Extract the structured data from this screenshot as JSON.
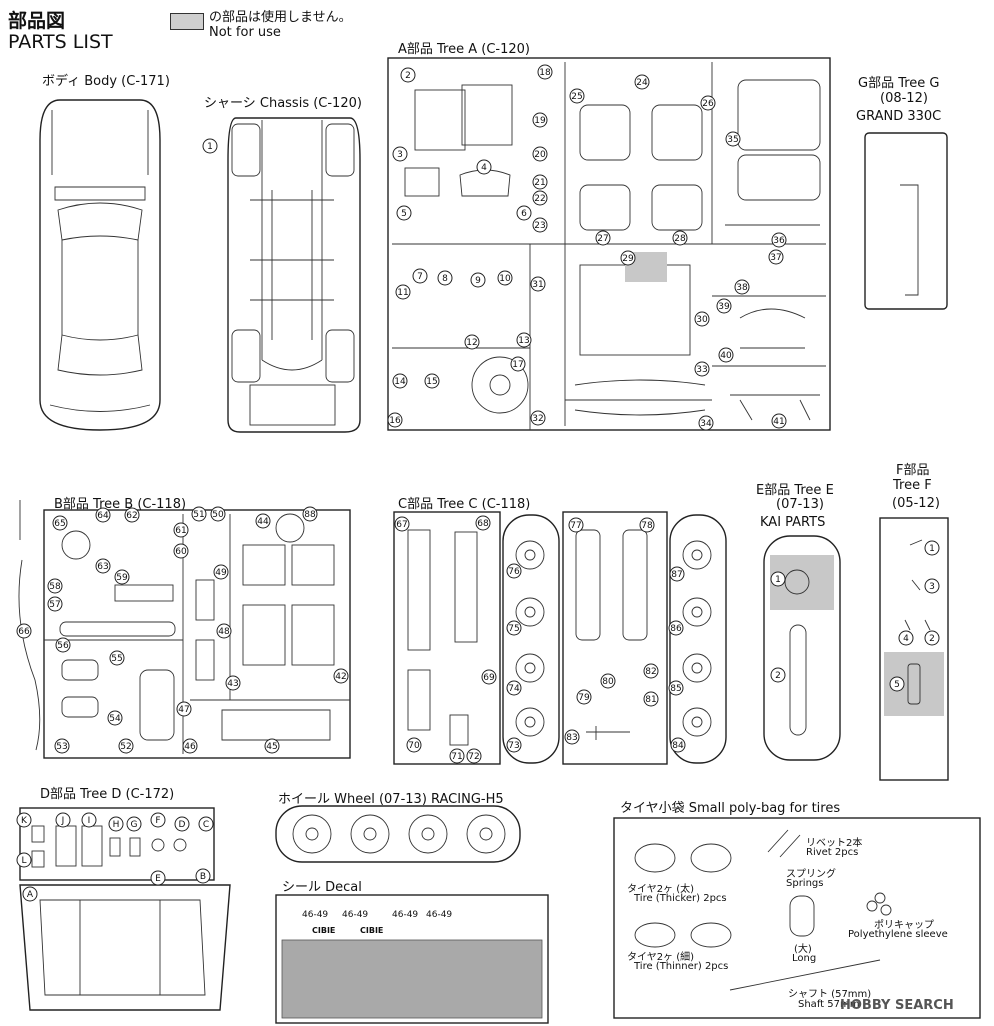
{
  "header": {
    "title_jp": "部品図",
    "title_en": "PARTS LIST",
    "legend_jp": "の部品は使用しません。",
    "legend_en": "Not for use"
  },
  "sections": {
    "body": "ボディ Body (C-171)",
    "chassis": "シャーシ Chassis (C-120)",
    "tree_a": "A部品 Tree A (C-120)",
    "tree_g_1": "G部品 Tree G",
    "tree_g_2": "(08-12)",
    "tree_g_3": "GRAND 330C",
    "tree_b": "B部品 Tree B (C-118)",
    "tree_c": "C部品 Tree C (C-118)",
    "tree_e_1": "E部品 Tree E",
    "tree_e_2": "(07-13)",
    "tree_e_3": "KAI PARTS",
    "tree_f_1": "F部品",
    "tree_f_2": "Tree F",
    "tree_f_3": "(05-12)",
    "tree_d": "D部品 Tree D (C-172)",
    "wheel": "ホイール Wheel (07-13) RACING-H5",
    "decal": "シール Decal",
    "polybag": "タイヤ小袋 Small poly-bag for tires"
  },
  "polybag_items": {
    "rivet_jp": "リベット2本",
    "rivet_en": "Rivet 2pcs",
    "spring_jp": "スプリング",
    "spring_en": "Springs",
    "poly_jp": "ポリキャップ",
    "poly_en": "Polyethylene sleeve",
    "tire_thick_jp": "タイヤ2ヶ (太)",
    "tire_thick_en": "Tire (Thicker) 2pcs",
    "tire_thin_jp": "タイヤ2ヶ (細)",
    "tire_thin_en": "Tire (Thinner) 2pcs",
    "long_jp": "(大)",
    "long_en": "Long",
    "shaft_jp": "シャフト (57mm)",
    "shaft_en": "Shaft 57mm"
  },
  "decal_texts": [
    "46-49",
    "46-49",
    "46-49",
    "46-49",
    "CIBIE",
    "CIBIE"
  ],
  "watermark": "HOBBY SEARCH",
  "part_numbers": {
    "chassis": [
      "1"
    ],
    "tree_a": [
      "2",
      "3",
      "4",
      "5",
      "6",
      "7",
      "8",
      "9",
      "10",
      "11",
      "12",
      "13",
      "14",
      "15",
      "16",
      "17",
      "18",
      "19",
      "20",
      "21",
      "22",
      "23",
      "24",
      "25",
      "26",
      "27",
      "28",
      "29",
      "30",
      "31",
      "32",
      "33",
      "34",
      "35",
      "36",
      "37",
      "38",
      "39",
      "40",
      "41"
    ],
    "tree_b": [
      "42",
      "43",
      "44",
      "45",
      "46",
      "47",
      "48",
      "49",
      "50",
      "51",
      "52",
      "53",
      "54",
      "55",
      "56",
      "57",
      "58",
      "59",
      "60",
      "61",
      "62",
      "63",
      "64",
      "65",
      "66",
      "88"
    ],
    "tree_c": [
      "67",
      "68",
      "69",
      "70",
      "71",
      "72",
      "73",
      "74",
      "75",
      "76",
      "77",
      "78",
      "79",
      "80",
      "81",
      "82",
      "83",
      "84",
      "85",
      "86",
      "87"
    ],
    "tree_e": [
      "1",
      "2"
    ],
    "tree_f": [
      "1",
      "2",
      "3",
      "4",
      "5"
    ],
    "tree_d": [
      "K",
      "J",
      "I",
      "H",
      "G",
      "F",
      "D",
      "C",
      "L",
      "E",
      "B",
      "A"
    ]
  }
}
